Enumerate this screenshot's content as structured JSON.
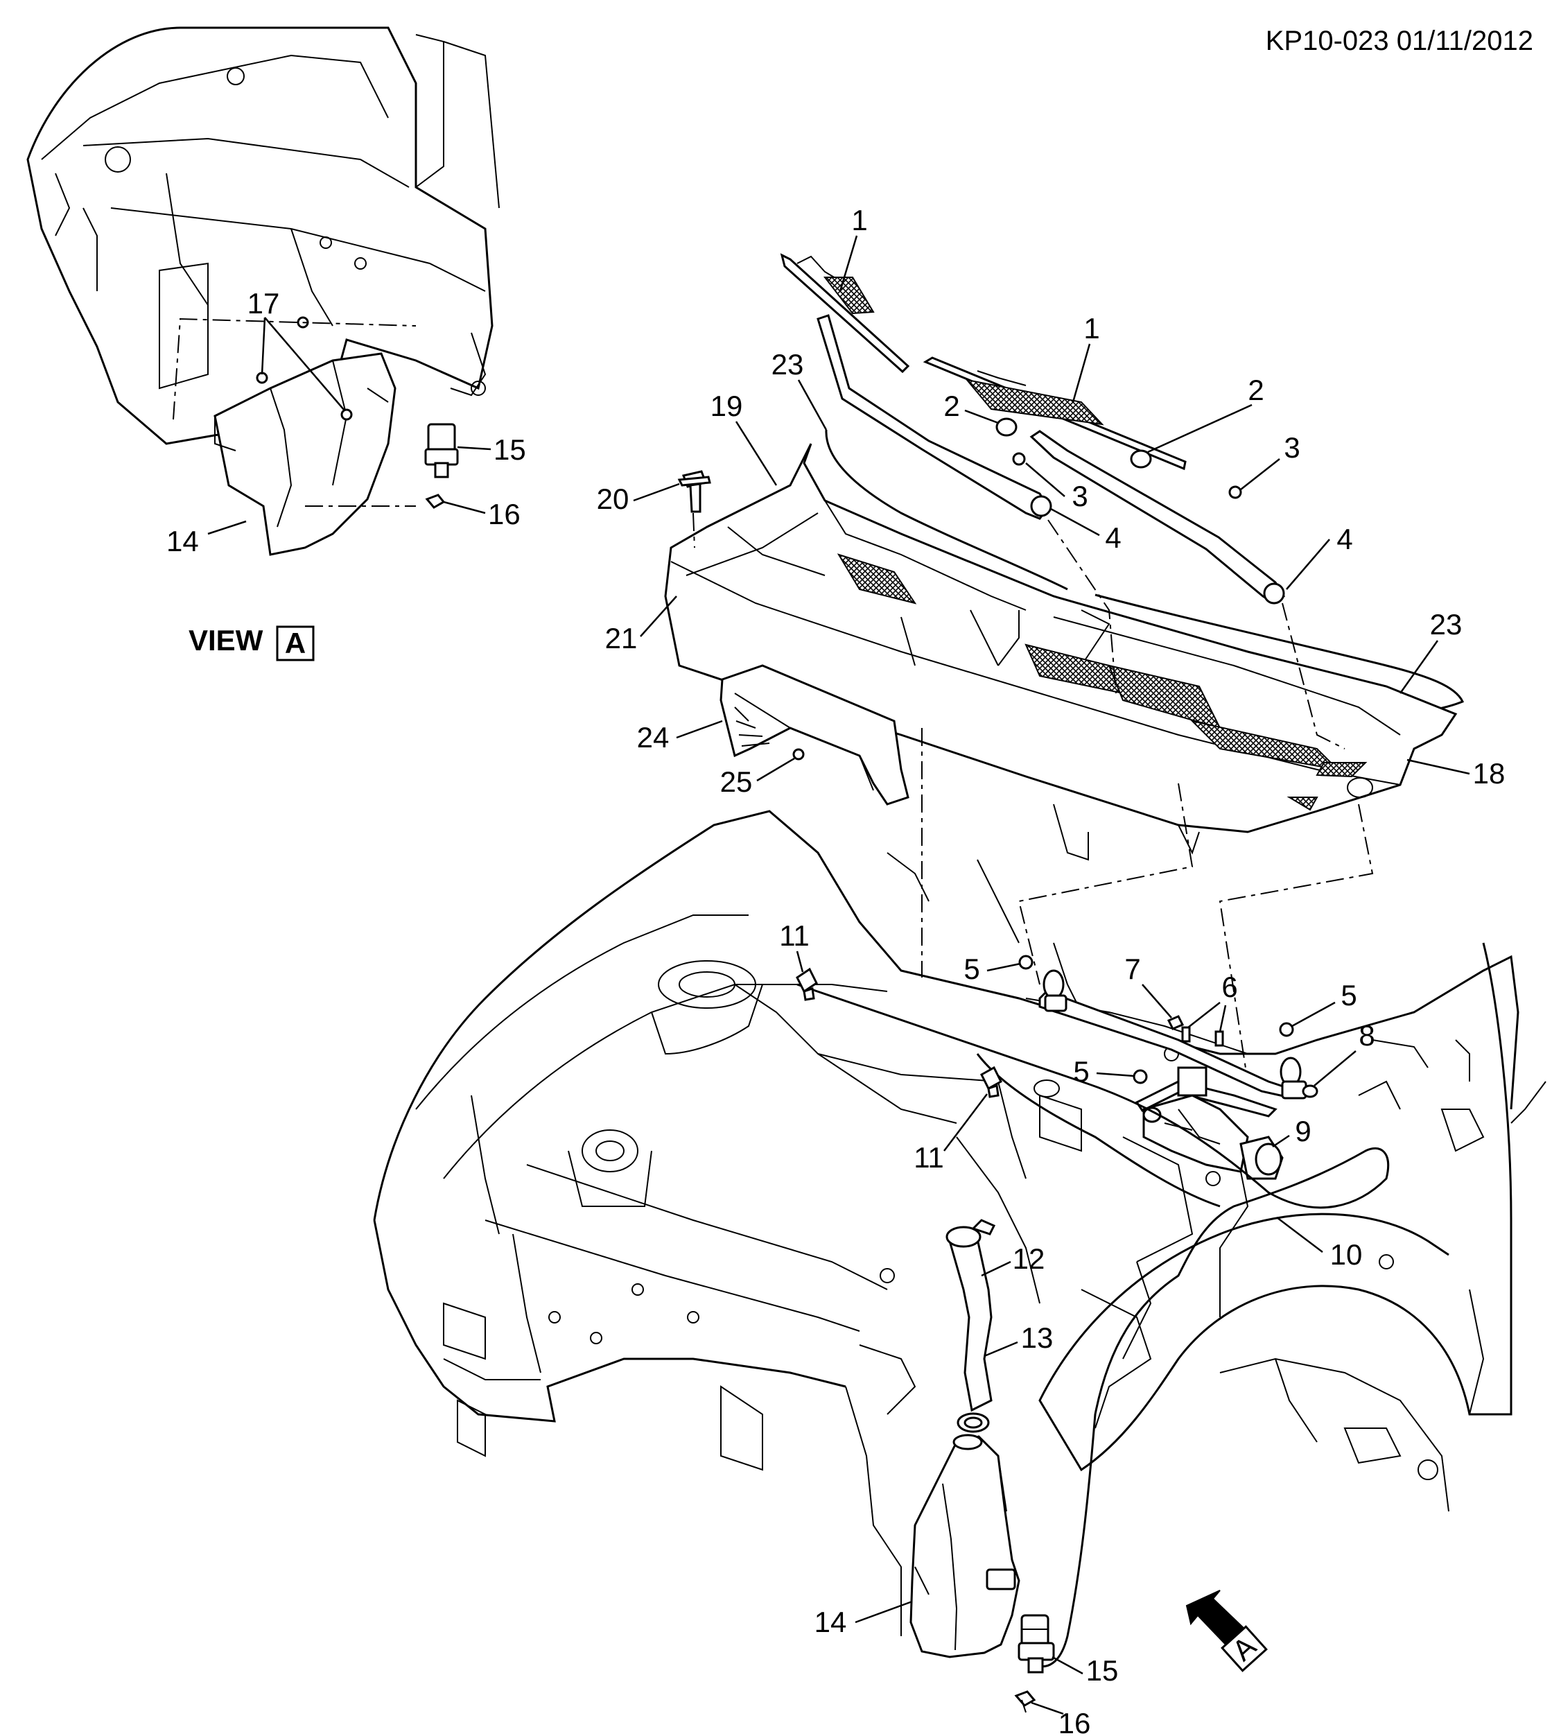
{
  "header": {
    "doc_id": "KP10-023 01/11/2012"
  },
  "view": {
    "label": "VIEW",
    "letter": "A"
  },
  "view_arrow": {
    "letter": "A"
  },
  "callouts": {
    "c1a": "1",
    "c1b": "1",
    "c2a": "2",
    "c2b": "2",
    "c3a": "3",
    "c3b": "3",
    "c4a": "4",
    "c4b": "4",
    "c5a": "5",
    "c5b": "5",
    "c5c": "5",
    "c6": "6",
    "c7": "7",
    "c8": "8",
    "c9": "9",
    "c10": "10",
    "c11a": "11",
    "c11b": "11",
    "c12": "12",
    "c13": "13",
    "c14a": "14",
    "c14b": "14",
    "c15a": "15",
    "c15b": "15",
    "c16a": "16",
    "c16b": "16",
    "c17": "17",
    "c18": "18",
    "c19": "19",
    "c20": "20",
    "c21": "21",
    "c23a": "23",
    "c23b": "23",
    "c24": "24",
    "c25": "25"
  }
}
